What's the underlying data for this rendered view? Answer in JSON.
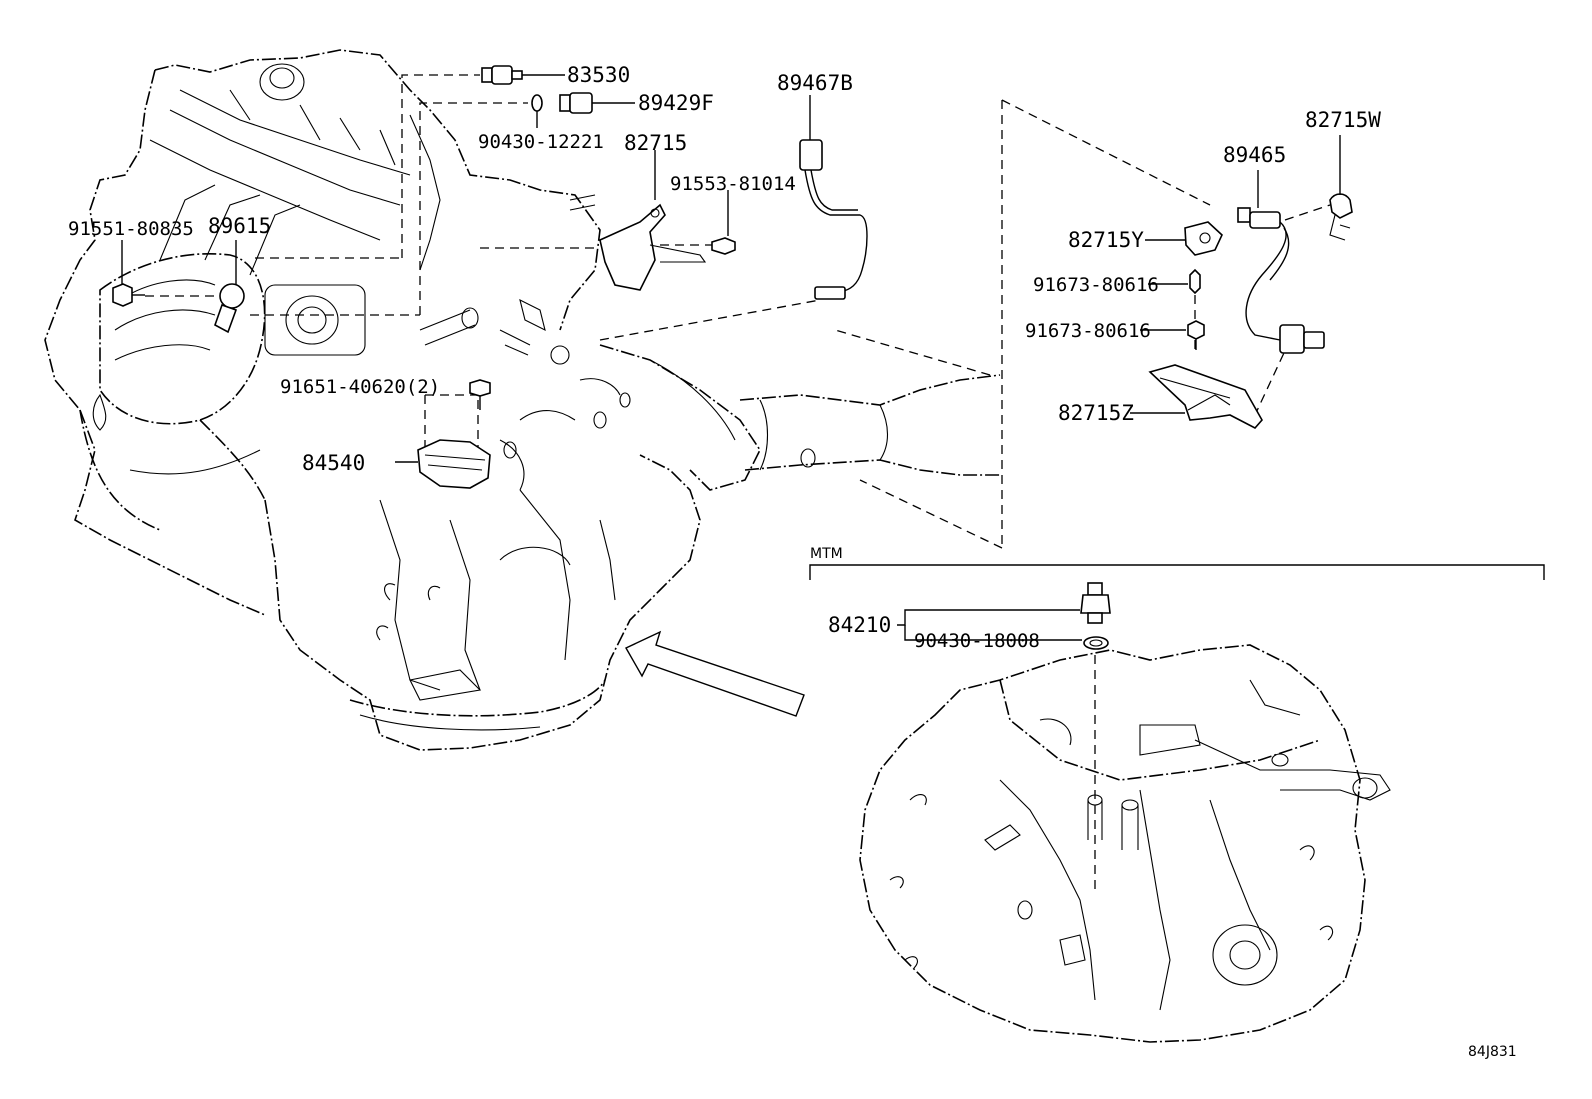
{
  "labels": {
    "p83530": "83530",
    "p89429F": "89429F",
    "p90430_12221": "90430-12221",
    "p82715": "82715",
    "p91553_81014": "91553-81014",
    "p89467B": "89467B",
    "p91551_80835": "91551-80835",
    "p89615": "89615",
    "p91651_40620": "91651-40620(2)",
    "p84540": "84540",
    "p82715W": "82715W",
    "p89465": "89465",
    "p82715Y": "82715Y",
    "p91673_80616_a": "91673-80616",
    "p91673_80616_b": "91673-80616",
    "p82715Z": "82715Z",
    "mtm": "MTM",
    "p84210": "84210",
    "p90430_18008": "90430-18008",
    "diagram_code": "84J831"
  }
}
